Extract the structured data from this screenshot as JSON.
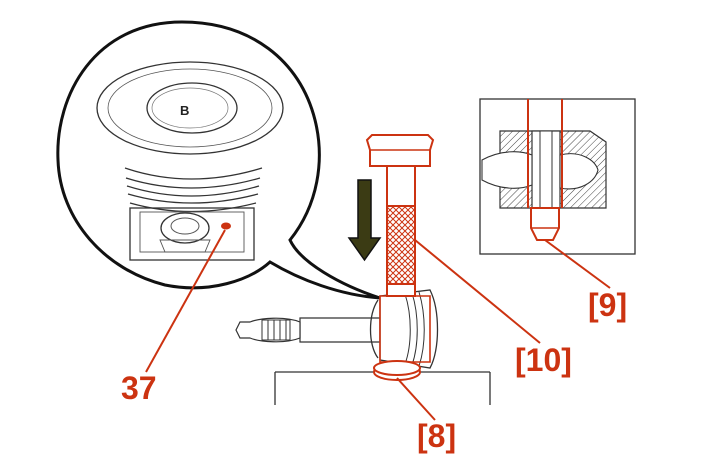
{
  "colors": {
    "callout": "#cc3311",
    "tool": "#cc3311",
    "line": "#222222",
    "arrow_fill": "#3b3b14",
    "hatch": "#444444"
  },
  "icons": {
    "press_direction": "down-arrow-icon"
  },
  "labels": {
    "callout_37": "37",
    "callout_10": "[10]",
    "callout_9": "[9]",
    "callout_8": "[8]",
    "piston_mark": "B"
  }
}
